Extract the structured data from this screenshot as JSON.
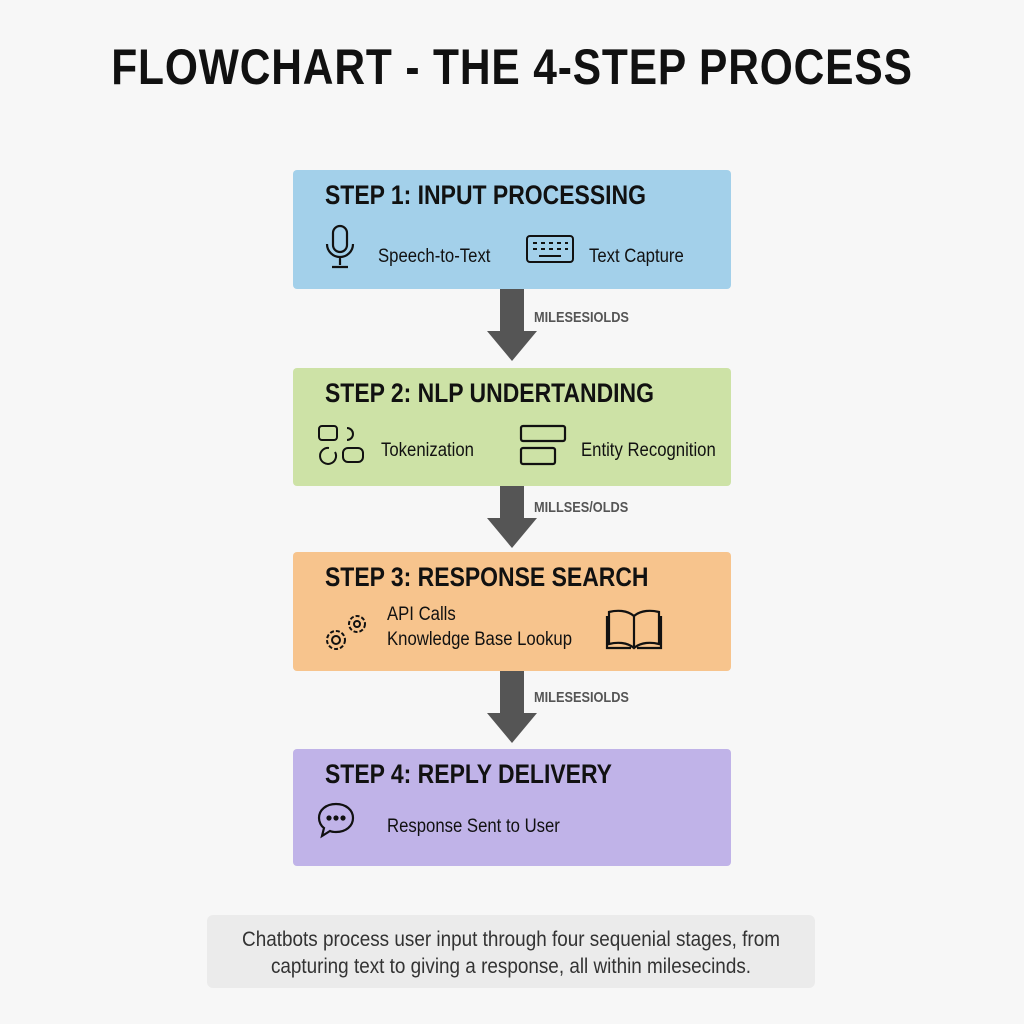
{
  "title": "FLOWCHART - THE 4-STEP PROCESS",
  "steps": [
    {
      "heading": "STEP 1: INPUT PROCESSING",
      "items": [
        "Speech-to-Text",
        "Text Capture"
      ],
      "color": "#a3d0ea"
    },
    {
      "heading": "STEP 2: NLP UNDERTANDING",
      "items": [
        "Tokenization",
        "Entity Recognition"
      ],
      "color": "#cde2a6"
    },
    {
      "heading": "STEP 3: RESPONSE SEARCH",
      "items": [
        "API Calls",
        "Knowledge Base Lookup"
      ],
      "color": "#f7c48d"
    },
    {
      "heading": "STEP 4: REPLY DELIVERY",
      "items": [
        "Response Sent to User"
      ],
      "color": "#c0b3e8"
    }
  ],
  "arrows": [
    "MILESESIOLDS",
    "MILLSES/OLDS",
    "MILESESIOLDS"
  ],
  "caption": {
    "line1": "Chatbots process user input through four sequenial stages, from",
    "line2": "capturing text to giving a response, all within milesecinds."
  }
}
